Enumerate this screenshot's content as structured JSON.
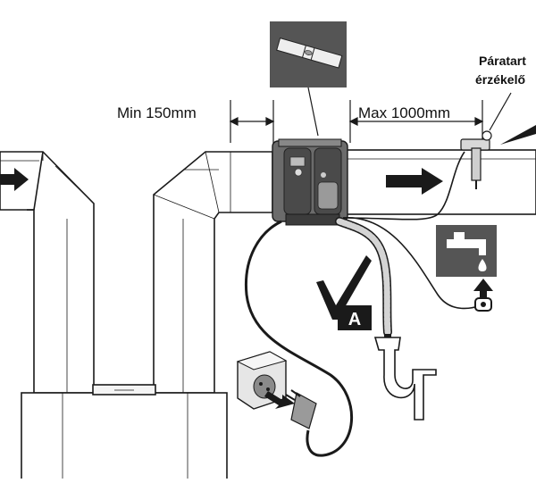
{
  "dimensions": {
    "min_label": "Min 150mm",
    "max_label": "Max 1000mm"
  },
  "sensor": {
    "label_line1": "Páratart",
    "label_line2": "érzékelő"
  },
  "badge": {
    "letter": "A"
  },
  "icons": [
    "spirit-level-icon",
    "water-tap-icon",
    "checkmark-icon",
    "power-socket-icon",
    "power-plug-icon",
    "flow-arrow-icon",
    "drain-trap-icon"
  ],
  "colors": {
    "line": "#1a1a1a",
    "duct_fill": "#ffffff",
    "icon_box": "#555555",
    "unit_body": "#6b6b6b",
    "unit_dark": "#3c3c3c",
    "hose": "#b5b5b5"
  }
}
